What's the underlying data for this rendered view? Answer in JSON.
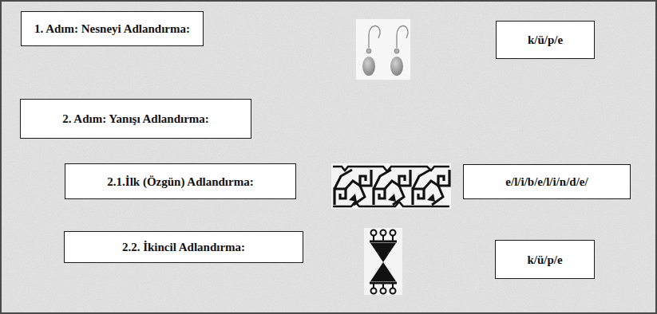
{
  "diagram": {
    "nodes": [
      {
        "text": [
          "1. Adım: Nesneyi Adlandırma:"
        ]
      },
      {
        "text": [
          "k/ü/p/e"
        ]
      },
      {
        "text": [
          "2. Adım: Yanışı Adlandırma:"
        ]
      },
      {
        "text": [
          "2.1.İlk (Özgün) Adlandırma:"
        ]
      },
      {
        "text": [
          "e/l/i/b/e/l/i/n/d/e/"
        ]
      },
      {
        "text": [
          "2.2. İkincil Adlandırma:"
        ]
      },
      {
        "text": [
          "k/ü/p/e"
        ]
      }
    ]
  }
}
